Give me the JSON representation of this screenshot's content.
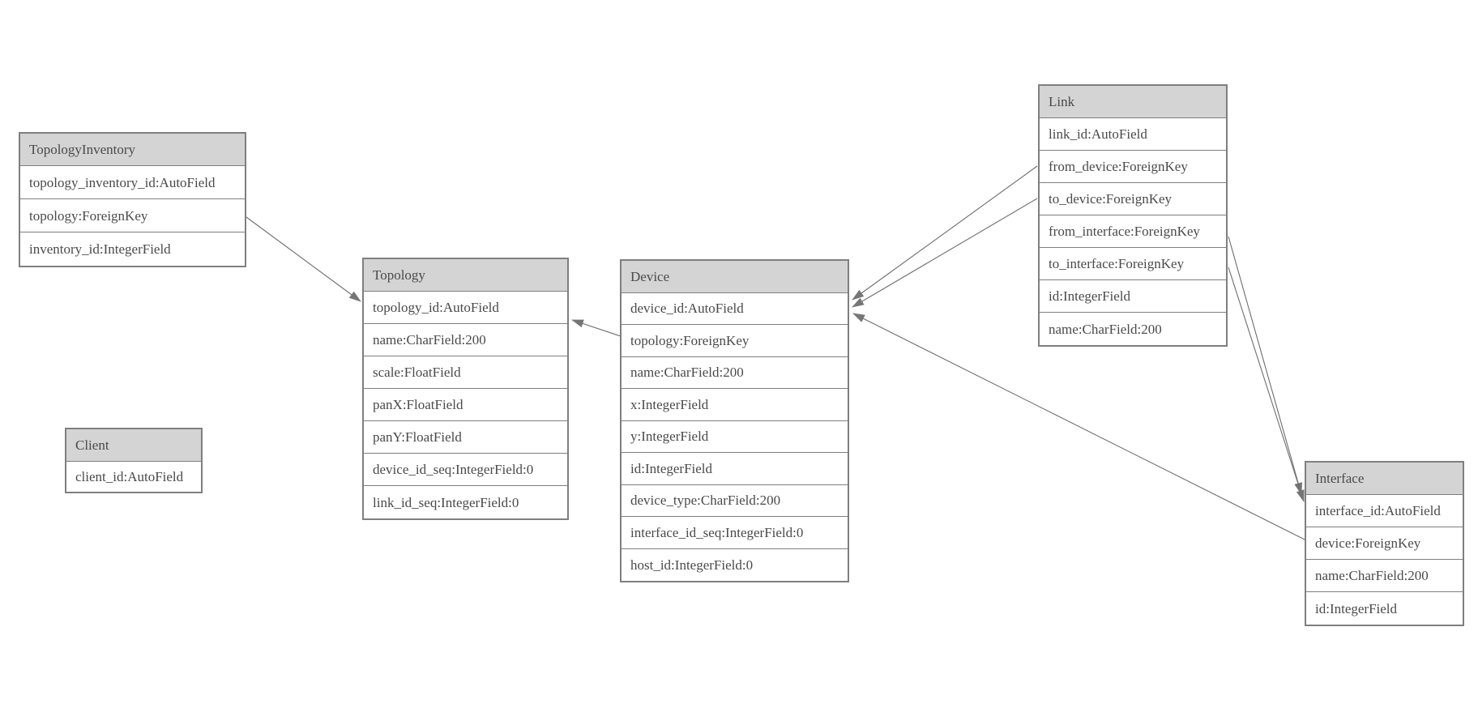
{
  "diagram": {
    "type": "entity-relationship-model-diagram",
    "colors": {
      "canvas_bg": "#ffffff",
      "entity_header_bg": "#d4d4d4",
      "entity_row_bg": "#ffffff",
      "entity_border": "#7f7f7f",
      "text": "#4a4a4a",
      "edge_line": "#6e6e6e",
      "arrowhead": "#757575"
    },
    "entities": [
      {
        "id": "TopologyInventory",
        "title": "TopologyInventory",
        "fields": [
          "topology_inventory_id:AutoField",
          "topology:ForeignKey",
          "inventory_id:IntegerField"
        ]
      },
      {
        "id": "Topology",
        "title": "Topology",
        "fields": [
          "topology_id:AutoField",
          "name:CharField:200",
          "scale:FloatField",
          "panX:FloatField",
          "panY:FloatField",
          "device_id_seq:IntegerField:0",
          "link_id_seq:IntegerField:0"
        ]
      },
      {
        "id": "Client",
        "title": "Client",
        "fields": [
          "client_id:AutoField"
        ]
      },
      {
        "id": "Device",
        "title": "Device",
        "fields": [
          "device_id:AutoField",
          "topology:ForeignKey",
          "name:CharField:200",
          "x:IntegerField",
          "y:IntegerField",
          "id:IntegerField",
          "device_type:CharField:200",
          "interface_id_seq:IntegerField:0",
          "host_id:IntegerField:0"
        ]
      },
      {
        "id": "Link",
        "title": "Link",
        "fields": [
          "link_id:AutoField",
          "from_device:ForeignKey",
          "to_device:ForeignKey",
          "from_interface:ForeignKey",
          "to_interface:ForeignKey",
          "id:IntegerField",
          "name:CharField:200"
        ]
      },
      {
        "id": "Interface",
        "title": "Interface",
        "fields": [
          "interface_id:AutoField",
          "device:ForeignKey",
          "name:CharField:200",
          "id:IntegerField"
        ]
      }
    ],
    "relationships": [
      {
        "from": "TopologyInventory.topology",
        "to": "Topology"
      },
      {
        "from": "Device.topology",
        "to": "Topology"
      },
      {
        "from": "Link.from_device",
        "to": "Device"
      },
      {
        "from": "Link.to_device",
        "to": "Device"
      },
      {
        "from": "Interface.device",
        "to": "Device"
      },
      {
        "from": "Link.from_interface",
        "to": "Interface"
      },
      {
        "from": "Link.to_interface",
        "to": "Interface"
      }
    ]
  }
}
